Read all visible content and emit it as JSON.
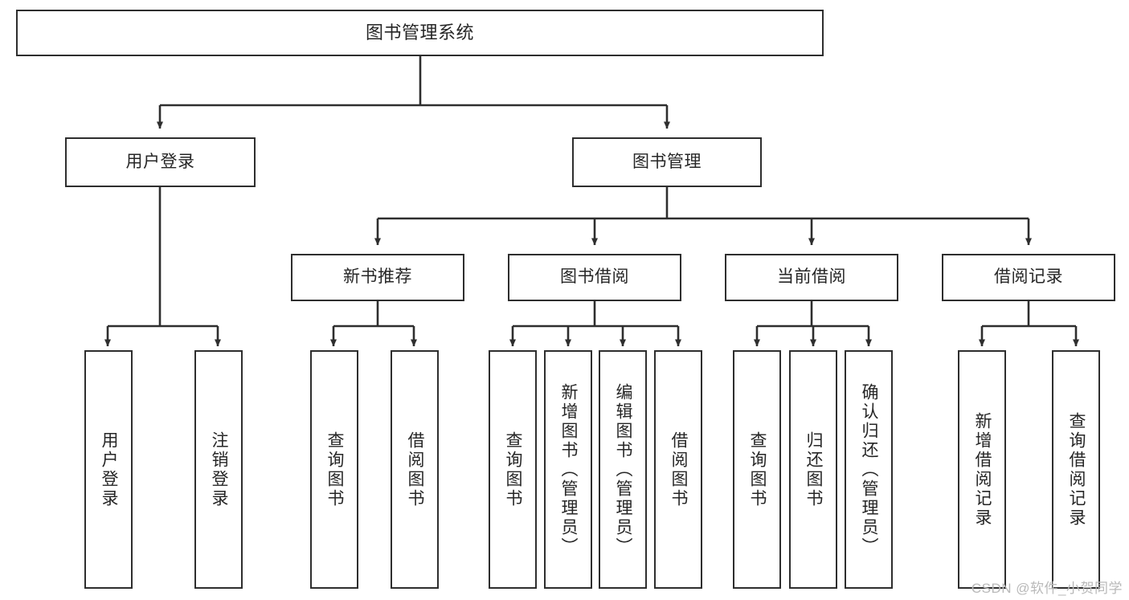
{
  "diagram": {
    "title": "图书管理系统",
    "type": "hierarchy-tree",
    "watermark": "CSDN @软件_小贺同学",
    "colors": {
      "border": "#2e2e2e",
      "background": "#ffffff",
      "text": "#262626",
      "watermark": "#b9b9b9"
    },
    "root": {
      "label": "图书管理系统"
    },
    "level1": [
      {
        "label": "用户登录"
      },
      {
        "label": "图书管理"
      }
    ],
    "level2": [
      {
        "label": "新书推荐"
      },
      {
        "label": "图书借阅"
      },
      {
        "label": "当前借阅"
      },
      {
        "label": "借阅记录"
      }
    ],
    "leaves": {
      "user_login": [
        {
          "label": "用户登录"
        },
        {
          "label": "注销登录"
        }
      ],
      "new_book_recommend": [
        {
          "label": "查询图书"
        },
        {
          "label": "借阅图书"
        }
      ],
      "book_borrow": [
        {
          "label": "查询图书"
        },
        {
          "label": "新增图书（管理员）"
        },
        {
          "label": "编辑图书（管理员）"
        },
        {
          "label": "借阅图书"
        }
      ],
      "current_borrow": [
        {
          "label": "查询图书"
        },
        {
          "label": "归还图书"
        },
        {
          "label": "确认归还（管理员）"
        }
      ],
      "borrow_record": [
        {
          "label": "新增借阅记录"
        },
        {
          "label": "查询借阅记录"
        }
      ]
    }
  }
}
